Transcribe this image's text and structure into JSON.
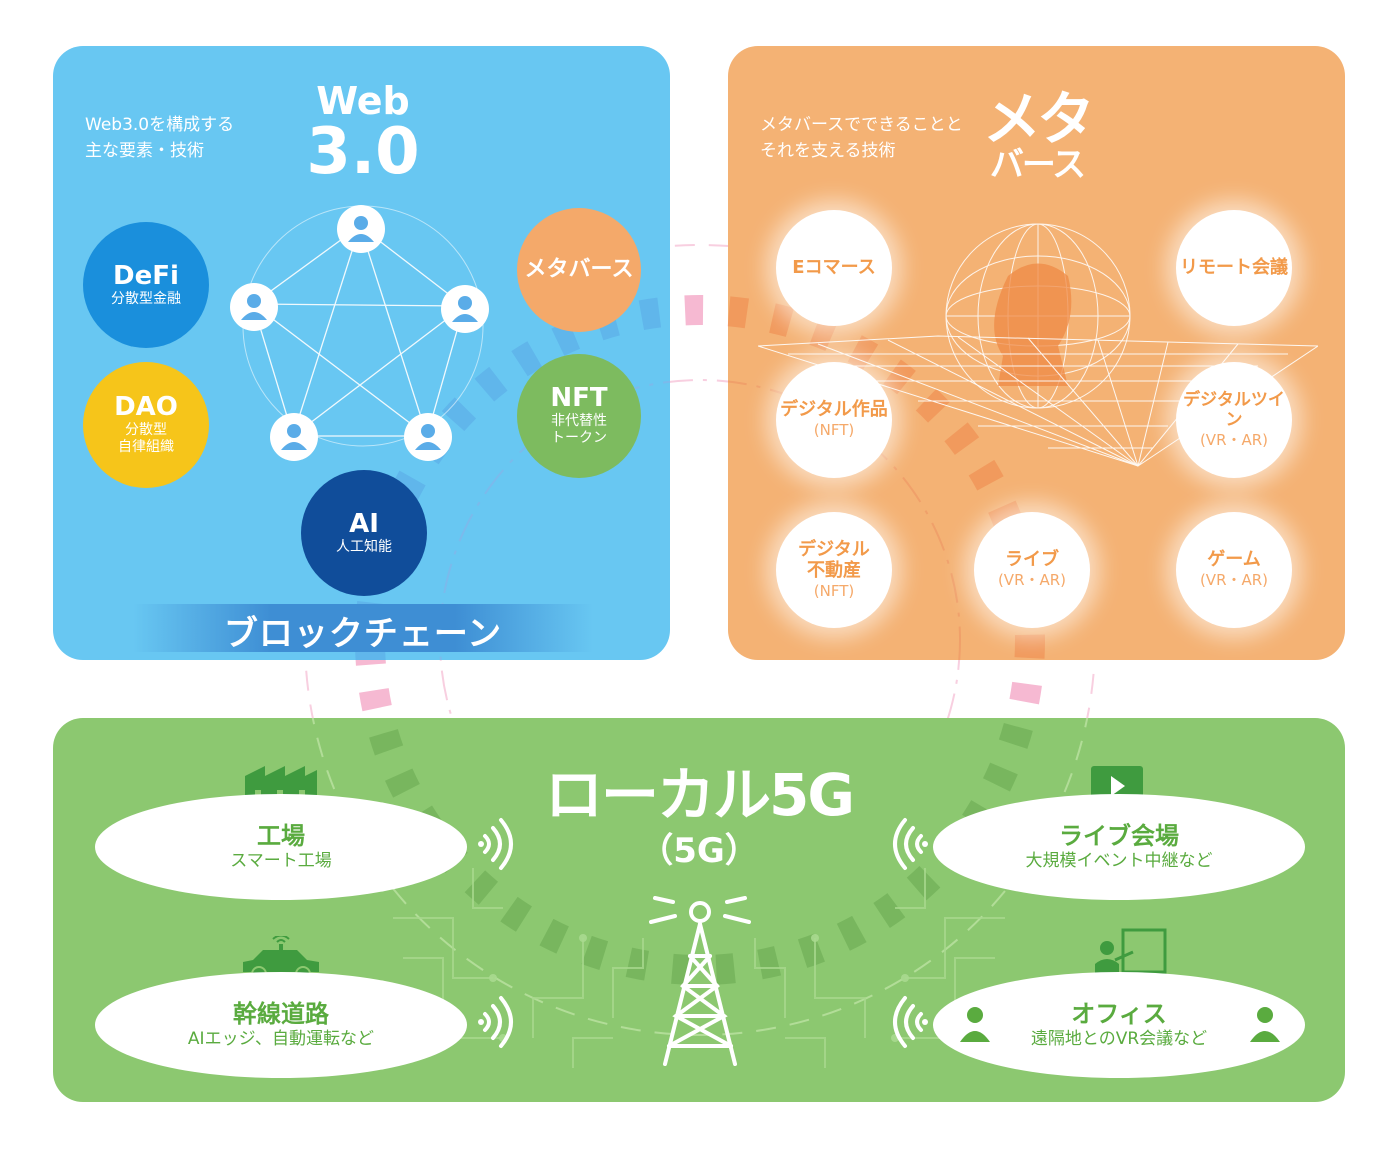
{
  "web3": {
    "intro": [
      "Web3.0を構成する",
      "主な要素・技術"
    ],
    "title_line1": "Web",
    "title_line2": "3.0",
    "defi": {
      "main": "DeFi",
      "sub": "分散型金融"
    },
    "dao": {
      "main": "DAO",
      "sub1": "分散型",
      "sub2": "自律組織"
    },
    "metaverse": {
      "main": "メタバース"
    },
    "nft": {
      "main": "NFT",
      "sub1": "非代替性",
      "sub2": "トークン"
    },
    "ai": {
      "main": "AI",
      "sub": "人工知能"
    },
    "blockchain": "ブロックチェーン",
    "colors": {
      "panel": "#68c7f2",
      "defi": "#1a8fdc",
      "dao": "#f6c51a",
      "metaverse": "#f4a96a",
      "nft": "#7dbb5f",
      "ai": "#104d9a"
    }
  },
  "meta": {
    "intro": [
      "メタバースでできることと",
      "それを支える技術"
    ],
    "title_line1": "メタ",
    "title_line2": "バース",
    "items": {
      "ecommerce": {
        "main": "Eコマース"
      },
      "remote": {
        "main": "リモート会議"
      },
      "art": {
        "main": "デジタル作品",
        "sub": "(NFT)"
      },
      "twin": {
        "main": "デジタルツイン",
        "sub": "(VR・AR)"
      },
      "realestate": {
        "main1": "デジタル",
        "main2": "不動産",
        "sub": "(NFT)"
      },
      "live": {
        "main": "ライブ",
        "sub": "(VR・AR)"
      },
      "game": {
        "main": "ゲーム",
        "sub": "(VR・AR)"
      }
    },
    "colors": {
      "panel": "#f4b274",
      "text": "#f29a4a"
    }
  },
  "g5": {
    "title": "ローカル5G",
    "subtitle": "（5G）",
    "factory": {
      "main": "工場",
      "sub": "スマート工場"
    },
    "road": {
      "main": "幹線道路",
      "sub": "AIエッジ、自動運転など"
    },
    "live": {
      "main": "ライブ会場",
      "sub": "大規模イベント中継など"
    },
    "office": {
      "main": "オフィス",
      "sub": "遠隔地とのVR会議など"
    },
    "colors": {
      "panel": "#8cc870",
      "text": "#5aab3f"
    }
  }
}
